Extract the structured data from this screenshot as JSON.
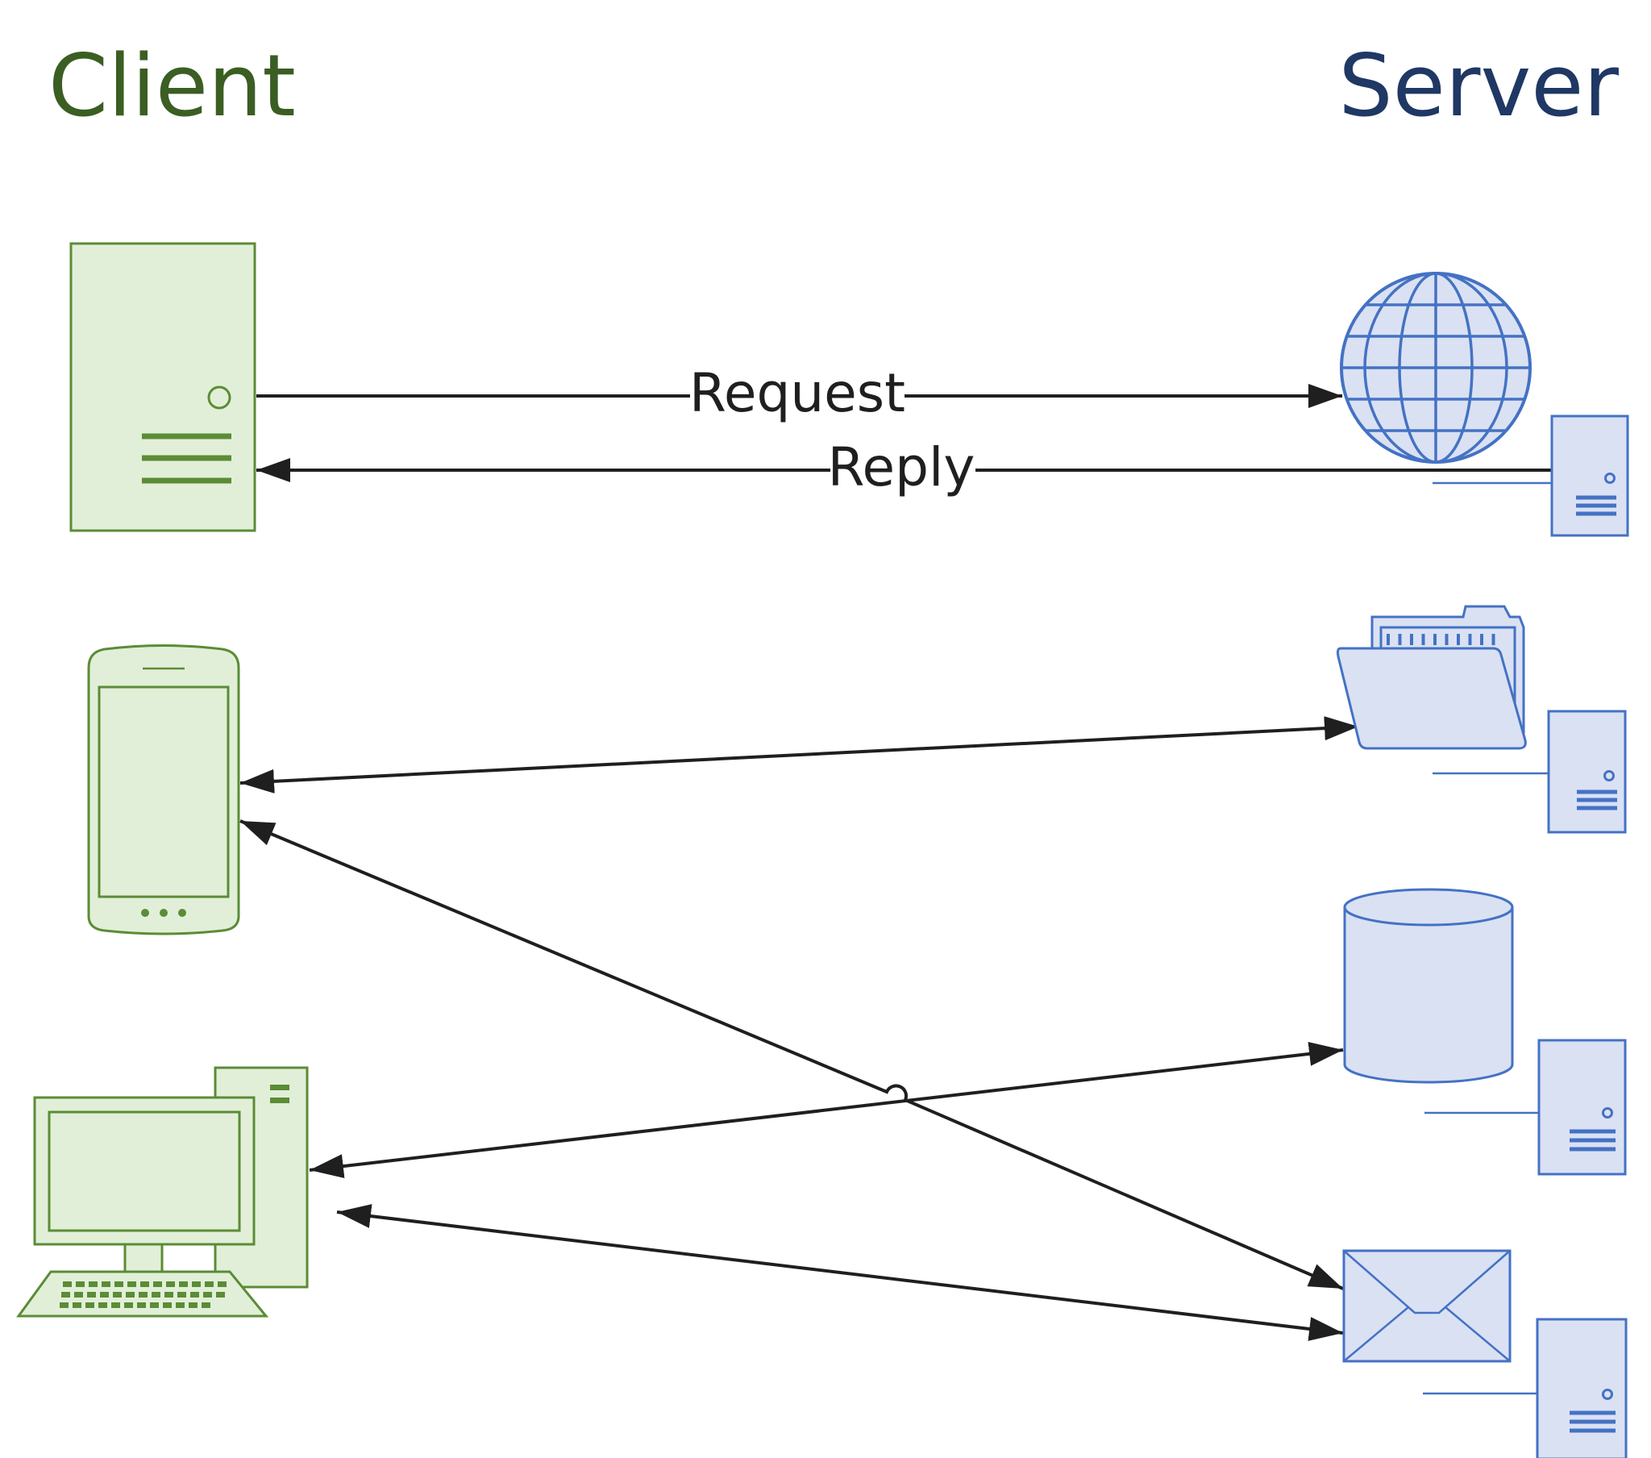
{
  "headings": {
    "client": "Client",
    "server": "Server"
  },
  "colors": {
    "client_text": "#3b5e23",
    "client_stroke": "#5b8c36",
    "client_fill": "#e2efd8",
    "server_text": "#1f3864",
    "server_stroke": "#4472c4",
    "server_fill": "#dae1f3",
    "arrow": "#1f1f1f"
  },
  "client_nodes": [
    {
      "name": "tower",
      "icon": "server-tower-icon"
    },
    {
      "name": "phone",
      "icon": "smartphone-icon"
    },
    {
      "name": "desktop",
      "icon": "desktop-pc-icon"
    }
  ],
  "server_nodes": [
    {
      "name": "web",
      "icon": "globe-icon"
    },
    {
      "name": "file",
      "icon": "folder-icon"
    },
    {
      "name": "database",
      "icon": "database-icon"
    },
    {
      "name": "mail",
      "icon": "envelope-icon"
    }
  ],
  "connections": [
    {
      "from": "tower",
      "to": "web",
      "label": "Request"
    },
    {
      "from": "web",
      "to": "tower",
      "label": "Reply"
    },
    {
      "from": "file",
      "to": "phone",
      "label": ""
    },
    {
      "from": "mail",
      "to": "phone",
      "label": ""
    },
    {
      "from": "database",
      "to": "desktop",
      "label": ""
    },
    {
      "from": "mail",
      "to": "desktop",
      "label": ""
    }
  ]
}
